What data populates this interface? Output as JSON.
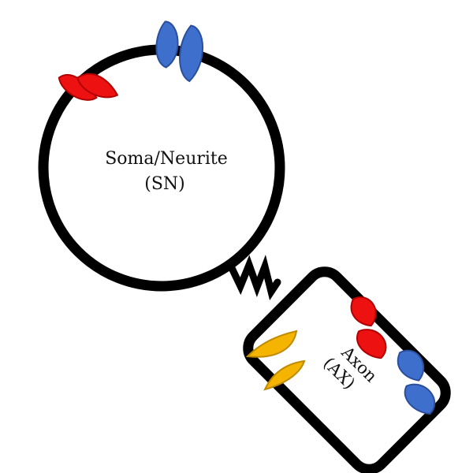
{
  "soma": {
    "name_label": "Soma/Neurite",
    "abbrev_label": "(SN)"
  },
  "axon": {
    "name_label": "Axon",
    "abbrev_label": "(AX)"
  },
  "colors": {
    "outline": "#000000",
    "red_channel": "#ee1111",
    "red_stroke": "#b00000",
    "blue_channel": "#3f6fcd",
    "blue_stroke": "#2a4f9c",
    "yellow_channel": "#f4b400",
    "yellow_stroke": "#c08a00"
  },
  "channels": {
    "soma": [
      "red",
      "blue"
    ],
    "axon": [
      "red",
      "blue",
      "yellow"
    ]
  }
}
